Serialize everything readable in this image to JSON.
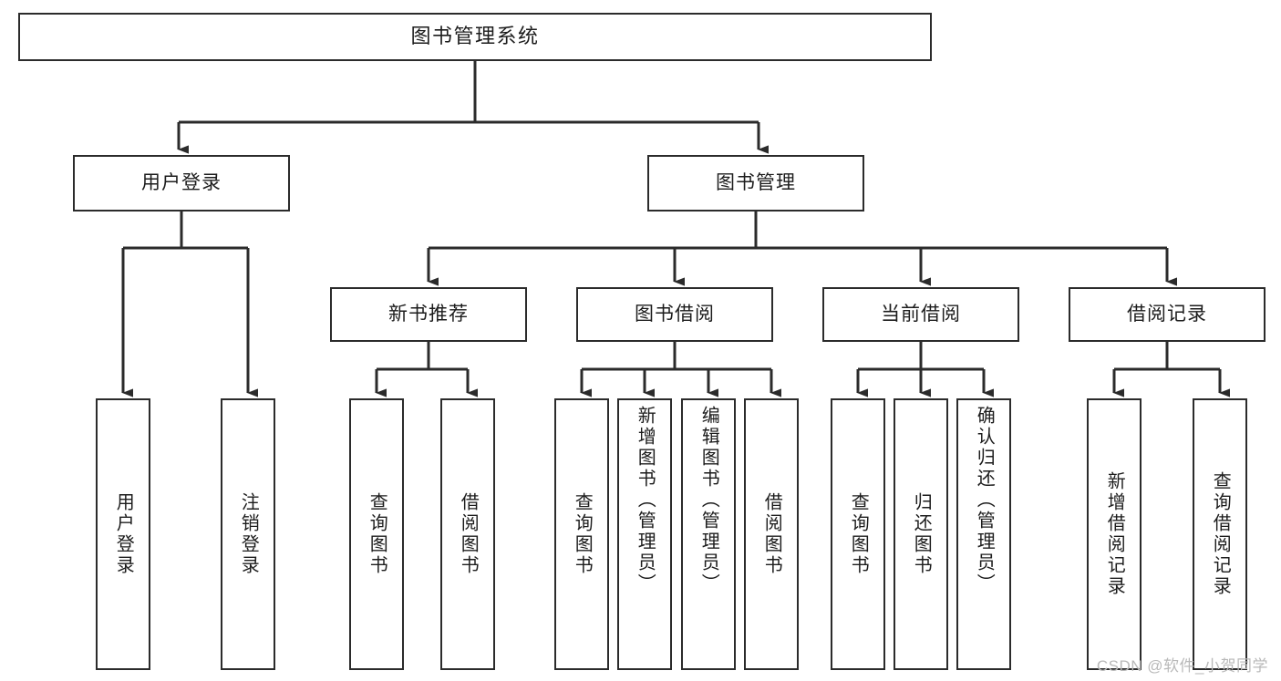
{
  "diagram": {
    "title": "图书管理系统",
    "type": "tree-hierarchy-chart",
    "colors": {
      "box_border": "#2b2b2b",
      "box_fill": "#ffffff",
      "connector": "#2b2b2b",
      "text": "#1c1c1c",
      "watermark": "#b9b9b9",
      "background": "#ffffff"
    }
  },
  "root": {
    "label": "图书管理系统"
  },
  "level2": [
    {
      "label": "用户登录"
    },
    {
      "label": "图书管理"
    }
  ],
  "level3": [
    {
      "label": "新书推荐"
    },
    {
      "label": "图书借阅"
    },
    {
      "label": "当前借阅"
    },
    {
      "label": "借阅记录"
    }
  ],
  "leaves": {
    "user_login": [
      {
        "label": "用户登录"
      },
      {
        "label": "注销登录"
      }
    ],
    "new_book_recommend": [
      {
        "label": "查询图书"
      },
      {
        "label": "借阅图书"
      }
    ],
    "book_borrow": [
      {
        "label": "查询图书"
      },
      {
        "label": "新增图书（管理员）"
      },
      {
        "label": "编辑图书（管理员）"
      },
      {
        "label": "借阅图书"
      }
    ],
    "current_borrow": [
      {
        "label": "查询图书"
      },
      {
        "label": "归还图书"
      },
      {
        "label": "确认归还（管理员）"
      }
    ],
    "borrow_record": [
      {
        "label": "新增借阅记录"
      },
      {
        "label": "查询借阅记录"
      }
    ]
  },
  "watermark": {
    "text": "CSDN @软件_小贺同学"
  }
}
